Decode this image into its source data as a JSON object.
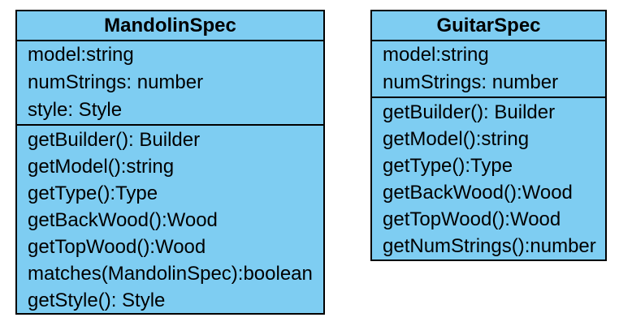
{
  "diagram": {
    "type": "uml-class-diagram",
    "classes": [
      {
        "name": "MandolinSpec",
        "attributes": [
          "model:string",
          "numStrings: number",
          "style: Style"
        ],
        "methods": [
          "getBuilder(): Builder",
          "getModel():string",
          "getType():Type",
          "getBackWood():Wood",
          "getTopWood():Wood",
          "matches(MandolinSpec):boolean",
          "getStyle(): Style"
        ]
      },
      {
        "name": "GuitarSpec",
        "attributes": [
          "model:string",
          "numStrings: number"
        ],
        "methods": [
          "getBuilder(): Builder",
          "getModel():string",
          "getType():Type",
          "getBackWood():Wood",
          "getTopWood():Wood",
          "getNumStrings():number"
        ]
      }
    ],
    "colors": {
      "class_fill": "#7ECDF2",
      "class_border": "#000000",
      "text": "#000000",
      "page_background": "#FFFFFF"
    }
  }
}
